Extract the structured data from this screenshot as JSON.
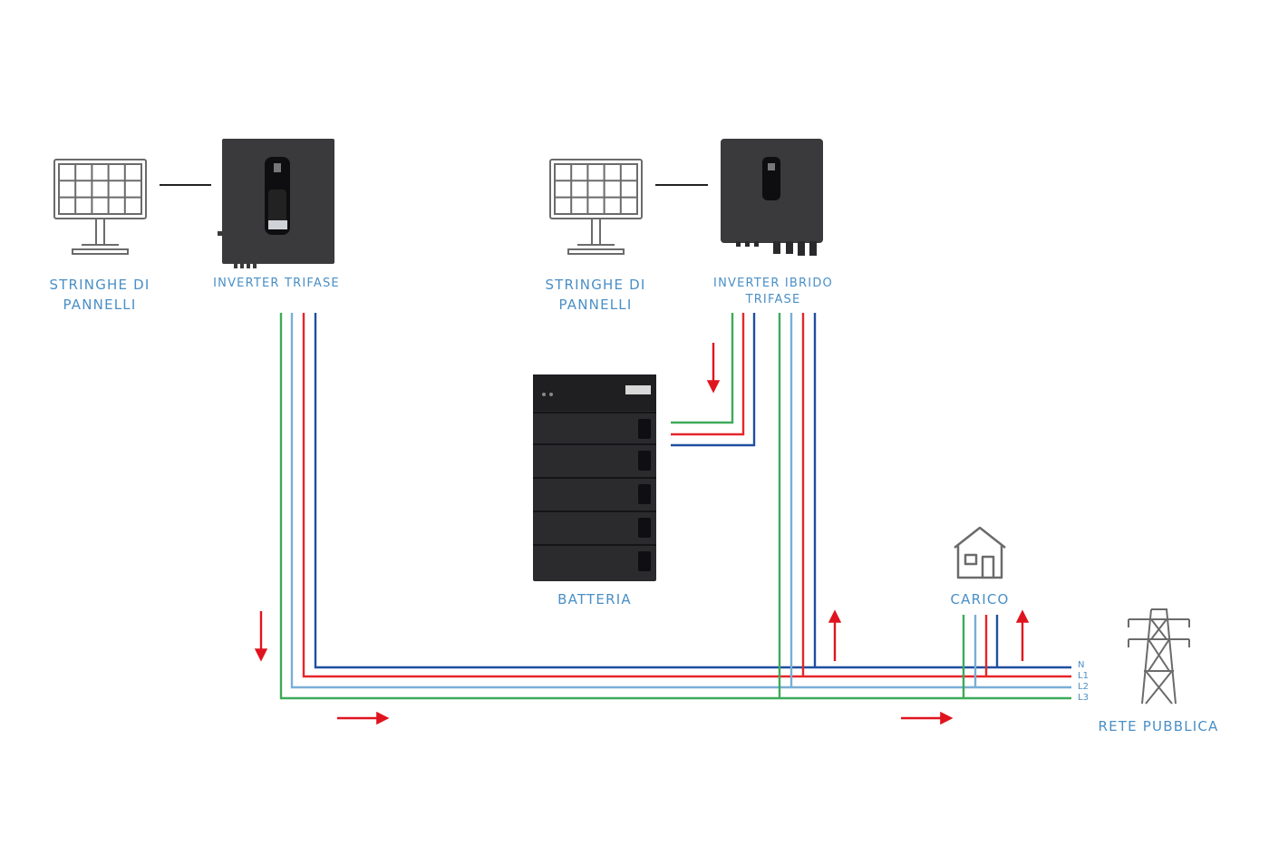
{
  "labels": {
    "panels_left": [
      "STRINGHE DI",
      "PANNELLI"
    ],
    "inverter_trifase": "INVERTER TRIFASE",
    "panels_right": [
      "STRINGHE DI",
      "PANNELLI"
    ],
    "inverter_ibrido": [
      "INVERTER IBRIDO",
      "TRIFASE"
    ],
    "batteria": "BATTERIA",
    "carico": "CARICO",
    "rete": "RETE PUBBLICA"
  },
  "bus_lines": [
    "N",
    "L1",
    "L2",
    "L3"
  ],
  "colors": {
    "label": "#4a8fc6",
    "neutral": "#1f4fa0",
    "l1": "#e5262a",
    "l2": "#7aaed6",
    "l3": "#3daa5a",
    "arrow": "#e0141e",
    "device": "#3a3a3c",
    "icon": "#6b6b6b"
  },
  "icons": [
    "solar-panel-icon",
    "solar-panel-icon",
    "house-icon",
    "power-pylon-icon"
  ]
}
